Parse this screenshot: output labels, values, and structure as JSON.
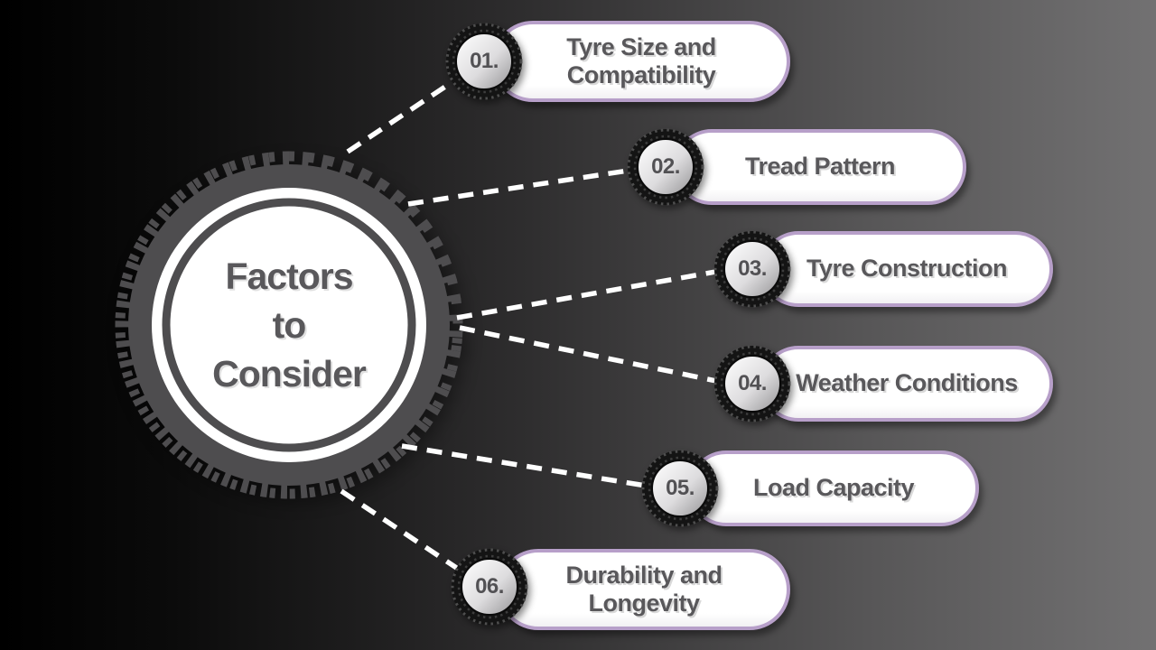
{
  "title": {
    "lines": [
      "Factors",
      "to",
      "Consider"
    ]
  },
  "items": [
    {
      "number": "01.",
      "label": "Tyre Size and Compatibility"
    },
    {
      "number": "02.",
      "label": "Tread Pattern"
    },
    {
      "number": "03.",
      "label": "Tyre Construction"
    },
    {
      "number": "04.",
      "label": "Weather Conditions"
    },
    {
      "number": "05.",
      "label": "Load Capacity"
    },
    {
      "number": "06.",
      "label": "Durability and Longevity"
    }
  ],
  "colors": {
    "background_left": "#000000",
    "background_right": "#727172",
    "tyre_body": "#4e4d4f",
    "text_dark_gray": "#59585b",
    "pill_fill": "#ffffff",
    "pill_border_lavender": "#b79fc9",
    "badge_rim_black": "#141414",
    "connector_white": "#ffffff"
  }
}
